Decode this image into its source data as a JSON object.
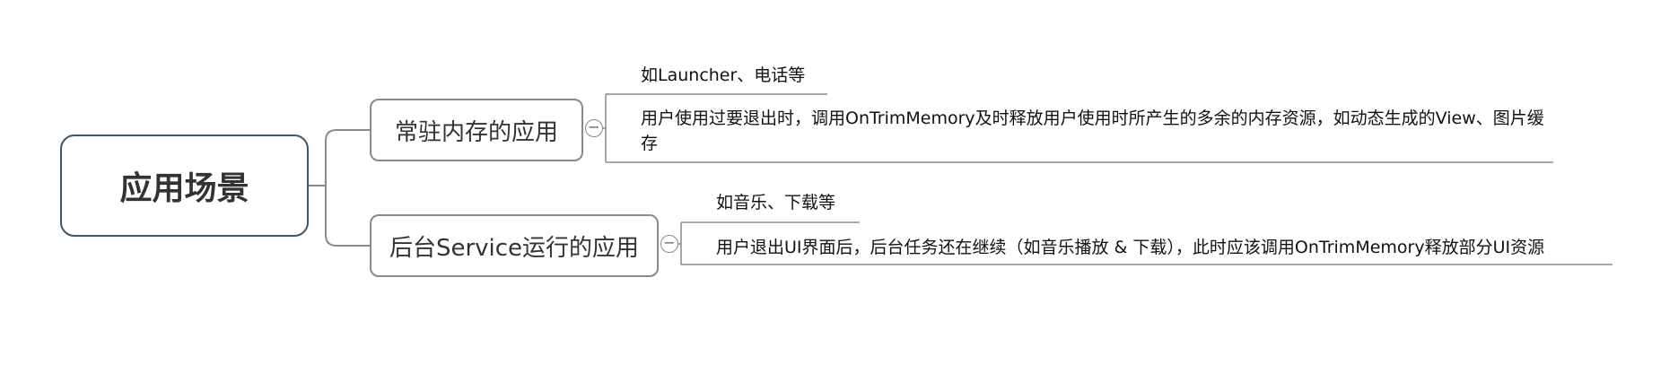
{
  "root": {
    "label": "应用场景"
  },
  "branches": [
    {
      "label": "常驻内存的应用",
      "collapse_symbol": "−",
      "children": [
        "如Launcher、电话等",
        "用户使用过要退出时，调用OnTrimMemory及时释放用户使用时所产生的多余的内存资源，如动态生成的View、图片缓存"
      ]
    },
    {
      "label": "后台Service运行的应用",
      "collapse_symbol": "−",
      "children": [
        "如音乐、下载等",
        "用户退出UI界面后，后台任务还在继续（如音乐播放 & 下载），此时应该调用OnTrimMemory释放部分UI资源"
      ]
    }
  ],
  "colors": {
    "root_border": "#3f556b",
    "branch_border": "#8a8a8a",
    "line": "#8a8a8a"
  }
}
